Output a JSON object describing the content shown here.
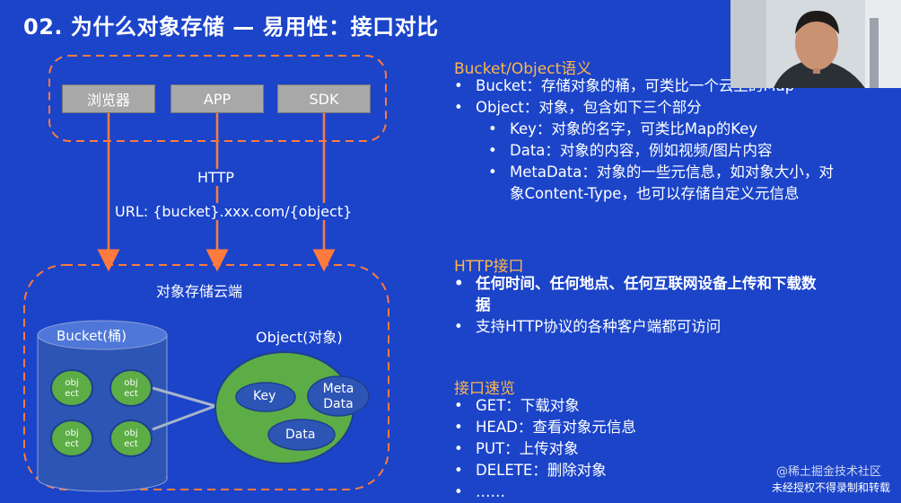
{
  "slide": {
    "title": "02. 为什么对象存储 — 易用性：接口对比"
  },
  "diagram": {
    "clients": [
      "浏览器",
      "APP",
      "SDK"
    ],
    "protocol": "HTTP",
    "url": "URL: {bucket}.xxx.com/{object}",
    "cloud_label": "对象存储云端",
    "bucket_label": "Bucket(桶)",
    "object_cell_line1": "obj",
    "object_cell_line2": "ect",
    "object_label": "Object(对象)",
    "parts": [
      "Key",
      "Meta",
      "Data",
      "Data"
    ]
  },
  "semantics": {
    "title": "Bucket/Object语义",
    "items": [
      "Bucket：存储对象的桶，可类比一个云上的Map",
      "Object：对象，包含如下三个部分",
      "Key：对象的名字，可类比Map的Key",
      "Data：对象的内容，例如视频/图片内容",
      "MetaData：对象的一些元信息，如对象大小，对",
      "象Content-Type，也可以存储自定义元信息"
    ]
  },
  "http": {
    "title": "HTTP接口",
    "items": [
      "任何时间、任何地点、任何互联网设备上传和下载数",
      "据",
      "支持HTTP协议的各种客户端都可访问"
    ]
  },
  "api": {
    "title": "接口速览",
    "items": [
      "GET：下载对象",
      "HEAD：查看对象元信息",
      "PUT：上传对象",
      "DELETE：删除对象",
      "……"
    ]
  },
  "overlay": {
    "watermark": "@稀土掘金技术社区",
    "notice": "未经授权不得录制和转载"
  },
  "colors": {
    "background": "#1b44c9",
    "accent": "#ff7a3d",
    "heading": "#ffb64a",
    "green": "#5cad45",
    "navy": "#1f3f8f"
  }
}
